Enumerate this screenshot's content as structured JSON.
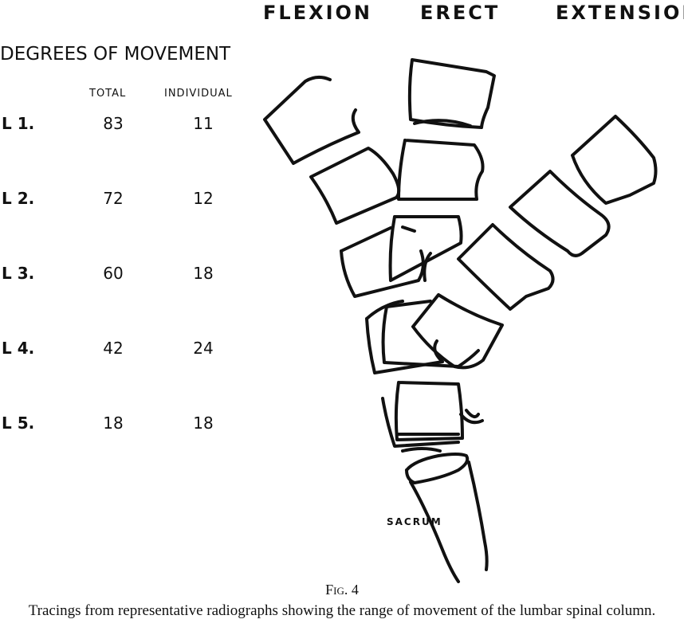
{
  "columns": {
    "flexion": "FLEXION",
    "erect": "ERECT",
    "extension": "EXTENSION"
  },
  "table": {
    "title": "DEGREES OF MOVEMENT",
    "header_total": "TOTAL",
    "header_individual": "INDIVIDUAL",
    "rows": [
      {
        "level": "L 1.",
        "total": "83",
        "individual": "11"
      },
      {
        "level": "L 2.",
        "total": "72",
        "individual": "12"
      },
      {
        "level": "L 3.",
        "total": "60",
        "individual": "18"
      },
      {
        "level": "L 4.",
        "total": "42",
        "individual": "24"
      },
      {
        "level": "L 5.",
        "total": "18",
        "individual": "18"
      }
    ]
  },
  "sacrum_label": "SACRUM",
  "figure_number": "Fig. 4",
  "caption": "Tracings from representative radiographs showing the range of movement of the lumbar spinal column."
}
